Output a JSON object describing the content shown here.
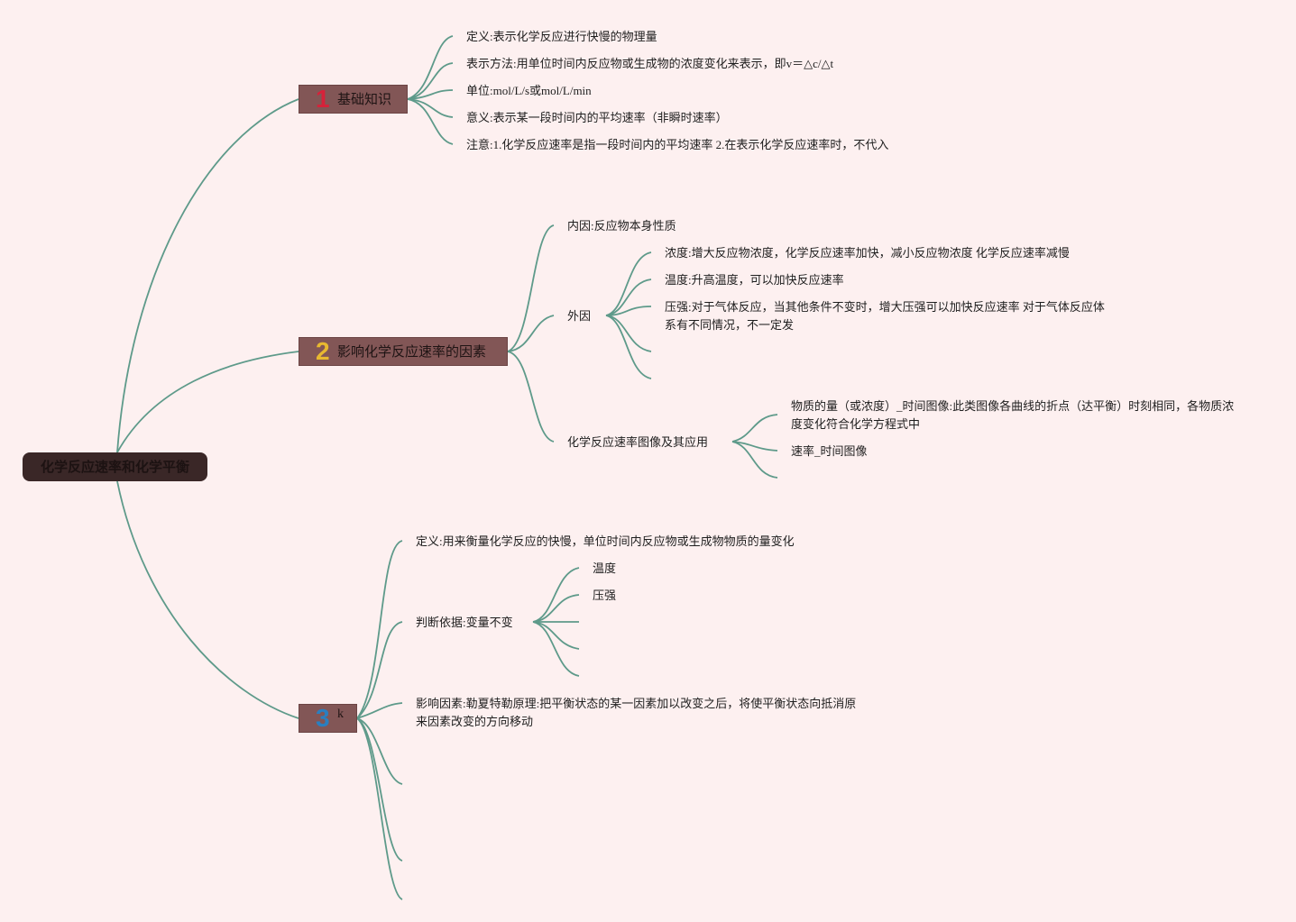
{
  "root": {
    "title": "化学反应速率和化学平衡"
  },
  "branches": [
    {
      "number": "1",
      "number_color": "#d6223a",
      "label": "基础知识",
      "children": [
        "定义:表示化学反应进行快慢的物理量",
        "表示方法:用单位时间内反应物或生成物的浓度变化来表示，即v＝△c/△t",
        "单位:mol/L/s或mol/L/min",
        "意义:表示某一段时间内的平均速率（非瞬时速率）",
        "注意:1.化学反应速率是指一段时间内的平均速率 2.在表示化学反应速率时，不代入"
      ]
    },
    {
      "number": "2",
      "number_color": "#e8b830",
      "label": "影响化学反应速率的因素",
      "children": [
        {
          "label": "内因:反应物本身性质"
        },
        {
          "label": "外因",
          "children": [
            "浓度:增大反应物浓度，化学反应速率加快，减小反应物浓度 化学反应速率减慢",
            "温度:升高温度，可以加快反应速率",
            "压强:对于气体反应，当其他条件不变时，增大压强可以加快反应速率 对于气体反应体系有不同情况，不一定发",
            "",
            ""
          ]
        },
        {
          "label": "化学反应速率图像及其应用",
          "children": [
            "物质的量（或浓度）_时间图像:此类图像各曲线的折点（达平衡）时刻相同，各物质浓度变化符合化学方程式中",
            "速率_时间图像",
            ""
          ]
        }
      ]
    },
    {
      "number": "3",
      "number_color": "#2a7fc0",
      "label": "k",
      "children": [
        {
          "label": "定义:用来衡量化学反应的快慢，单位时间内反应物或生成物物质的量变化"
        },
        {
          "label": "判断依据:变量不变",
          "children": [
            "温度",
            "压强",
            "",
            "",
            ""
          ]
        },
        {
          "label": "影响因素:勒夏特勒原理:把平衡状态的某一因素加以改变之后，将使平衡状态向抵消原来因素改变的方向移动"
        },
        {
          "label": ""
        },
        {
          "label": ""
        },
        {
          "label": ""
        }
      ]
    }
  ]
}
